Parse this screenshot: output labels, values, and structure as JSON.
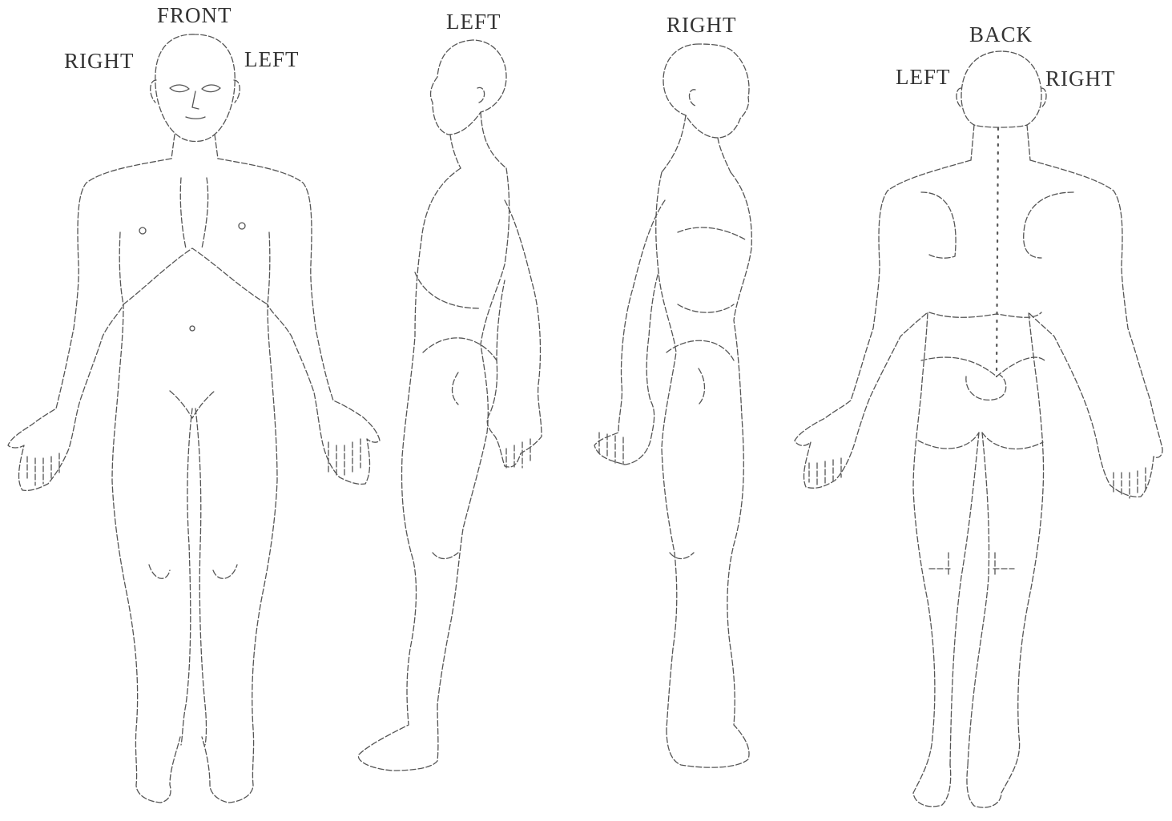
{
  "figures": {
    "front": {
      "title": "FRONT",
      "side_left": "RIGHT",
      "side_right": "LEFT"
    },
    "left": {
      "title": "LEFT"
    },
    "right": {
      "title": "RIGHT"
    },
    "back": {
      "title": "BACK",
      "side_left": "LEFT",
      "side_right": "RIGHT"
    }
  },
  "colors": {
    "outline": "#555555",
    "text": "#333333",
    "background": "#ffffff"
  }
}
